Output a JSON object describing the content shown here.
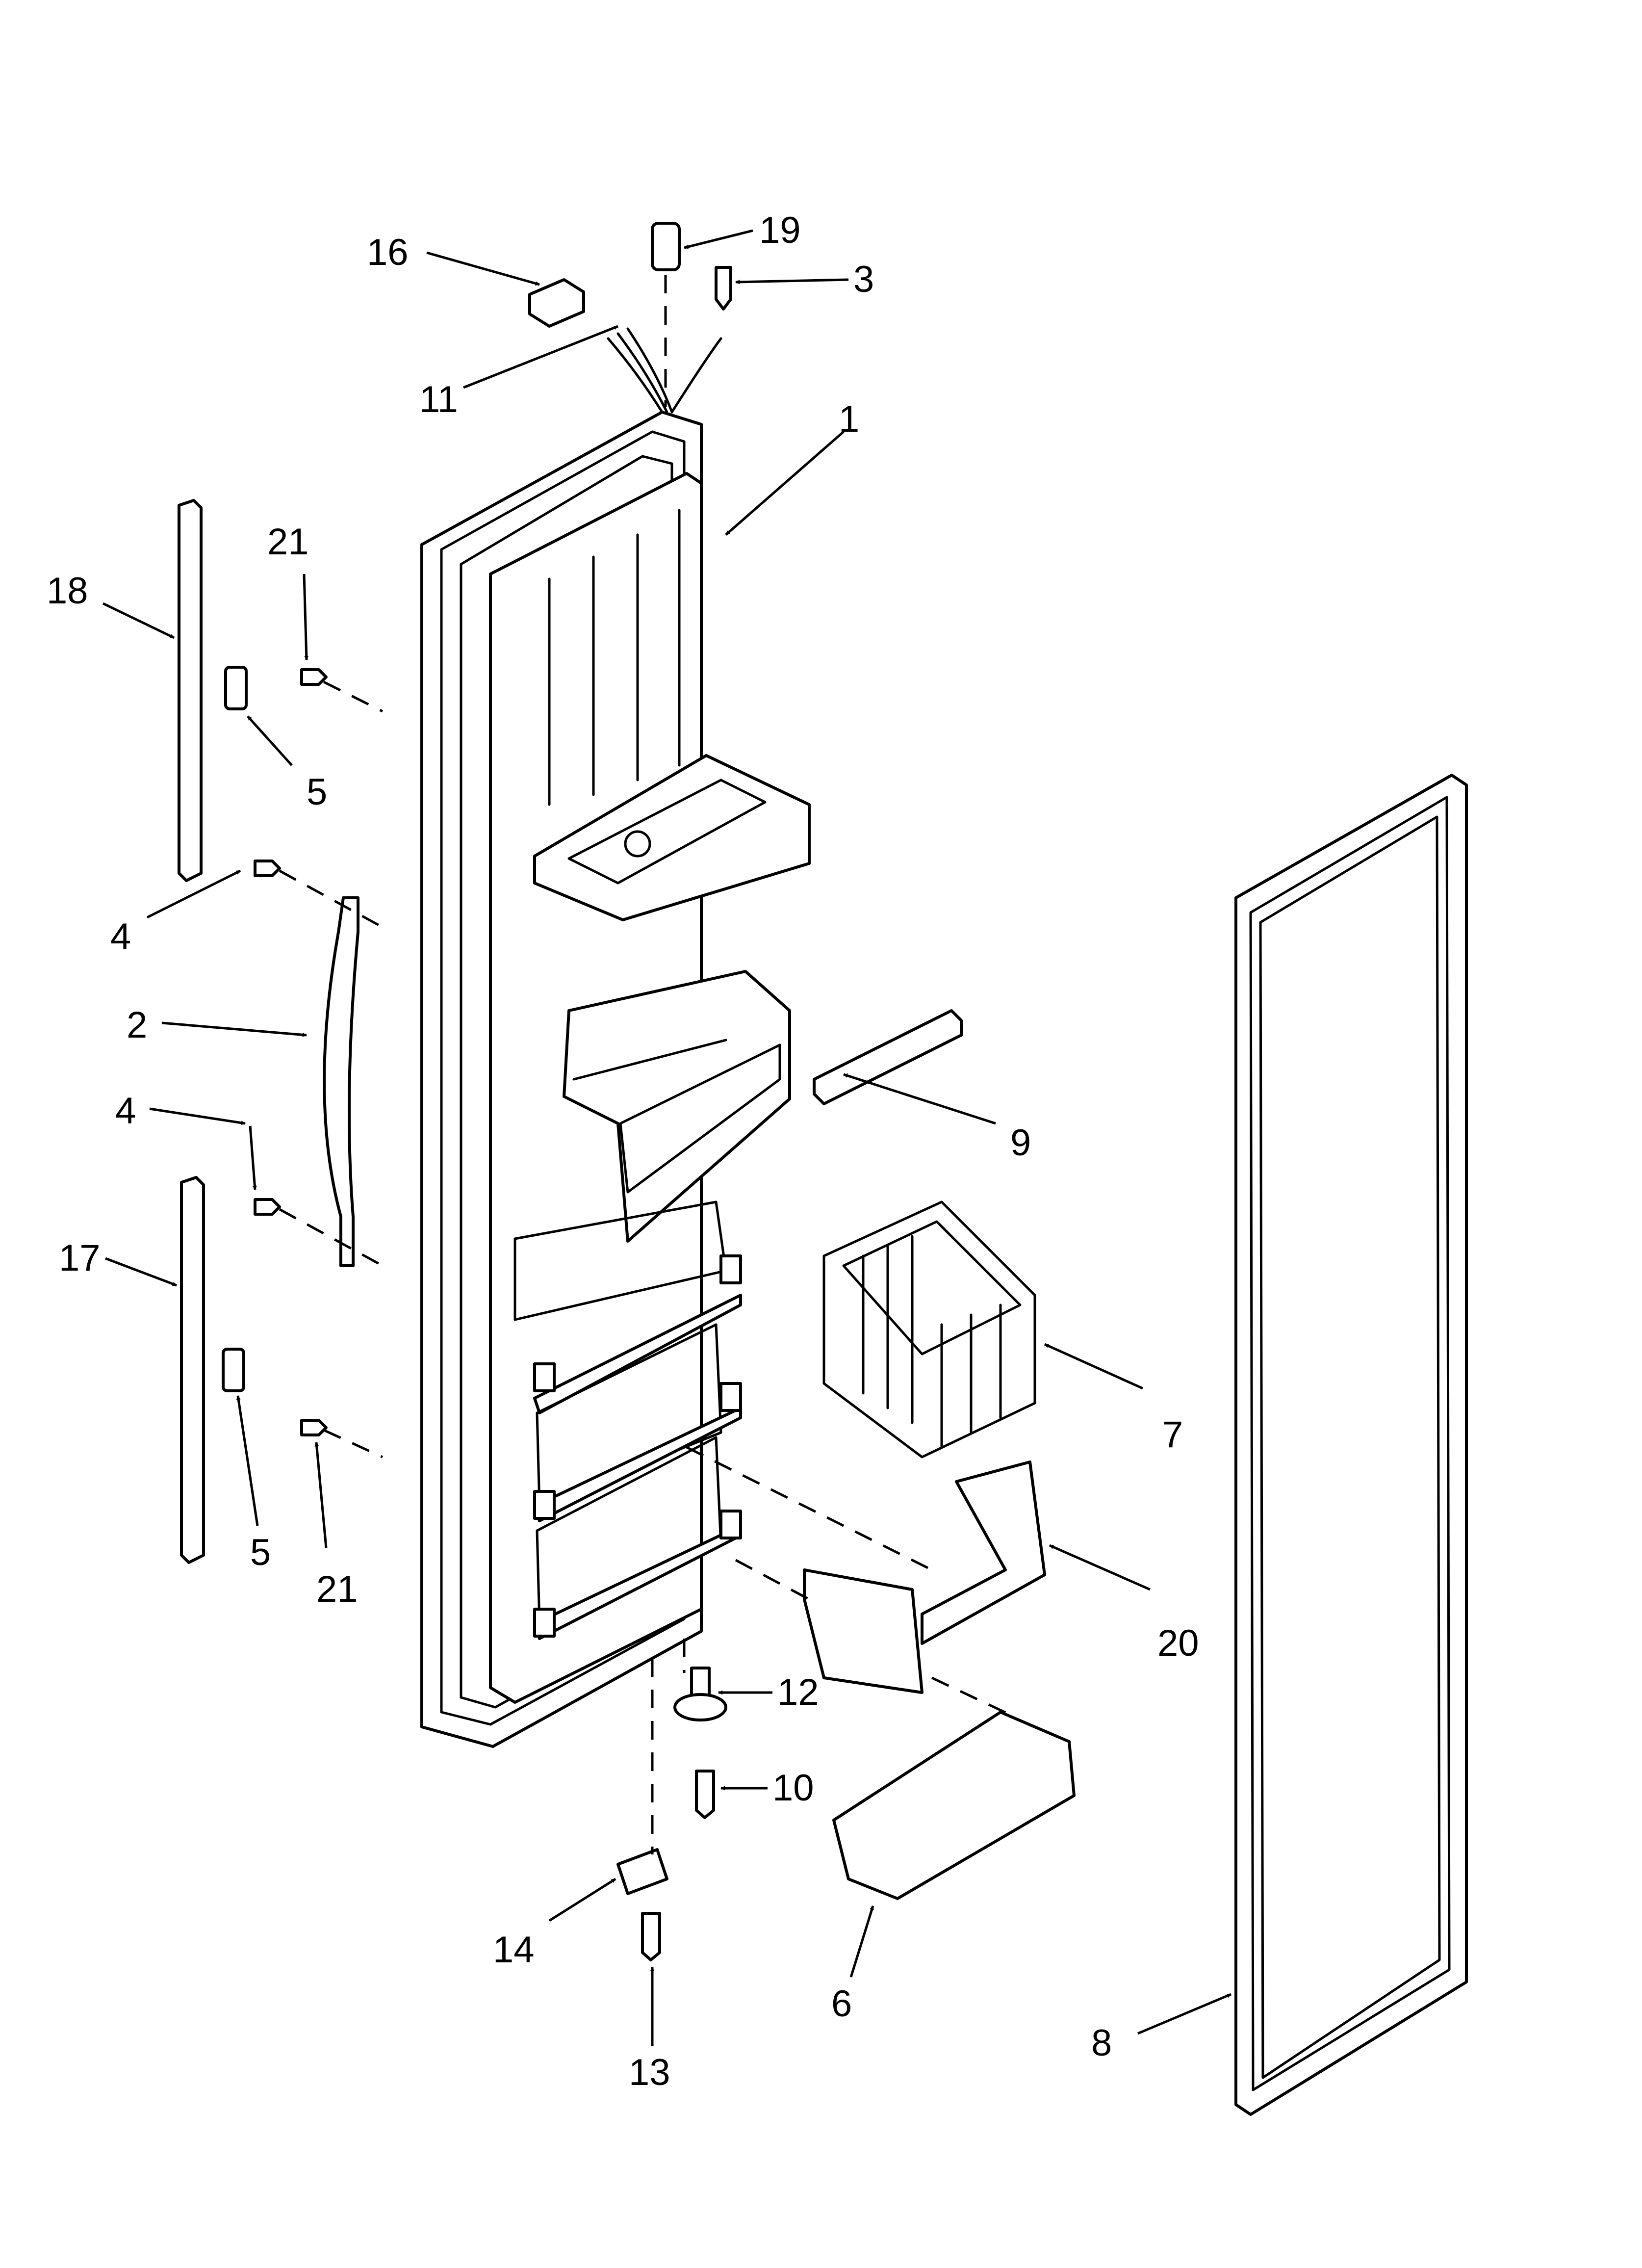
{
  "callouts": {
    "c1": "1",
    "c2": "2",
    "c3": "3",
    "c4a": "4",
    "c4b": "4",
    "c5a": "5",
    "c5b": "5",
    "c6": "6",
    "c7": "7",
    "c8": "8",
    "c9": "9",
    "c10": "10",
    "c11": "11",
    "c12": "12",
    "c13": "13",
    "c14": "14",
    "c16": "16",
    "c17": "17",
    "c18": "18",
    "c19": "19",
    "c20": "20",
    "c21a": "21",
    "c21b": "21"
  }
}
